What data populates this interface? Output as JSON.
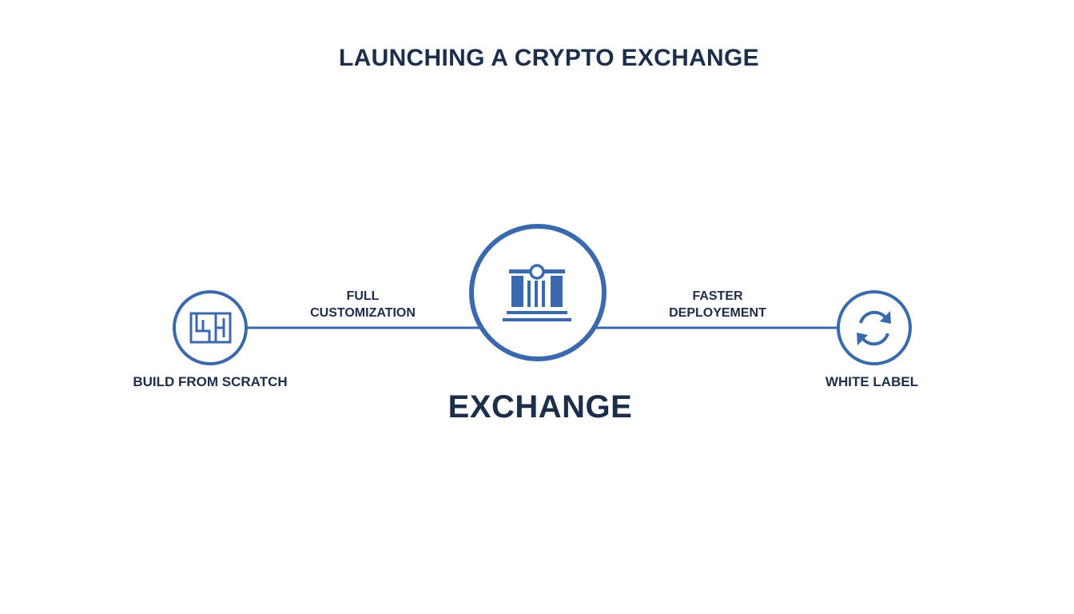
{
  "title": "LAUNCHING A CRYPTO EXCHANGE",
  "nodes": {
    "left": {
      "label": "BUILD FROM SCRATCH",
      "icon": "blueprint-icon"
    },
    "center": {
      "label": "EXCHANGE",
      "icon": "bank-building-icon"
    },
    "right": {
      "label": "WHITE LABEL",
      "icon": "refresh-arrows-icon"
    }
  },
  "edges": {
    "left": {
      "line1": "FULL",
      "line2": "CUSTOMIZATION"
    },
    "right": {
      "line1": "FASTER",
      "line2": "DEPLOYEMENT"
    }
  },
  "colors": {
    "accent": "#3a6aad",
    "text": "#1c2e4a",
    "background": "#ffffff"
  }
}
